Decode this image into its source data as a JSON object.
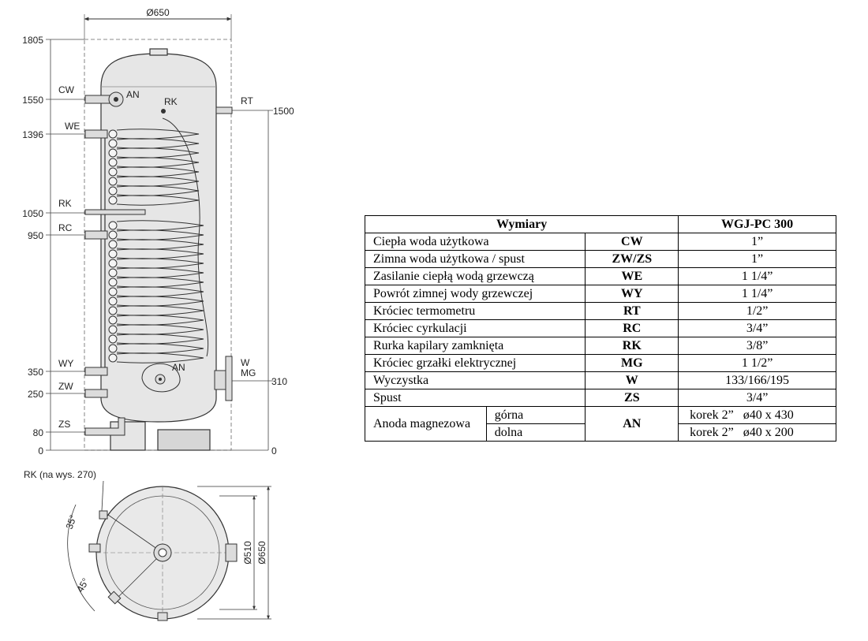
{
  "drawing": {
    "dim_diameter_top": "Ø650",
    "height_marks": [
      "1805",
      "1550",
      "1396",
      "1050",
      "950",
      "350",
      "250",
      "80",
      "0"
    ],
    "right_marks": [
      "1500",
      "310",
      "0"
    ],
    "left_labels": [
      "CW",
      "WE",
      "RK",
      "RC",
      "WY",
      "ZW",
      "ZS"
    ],
    "label_an": "AN",
    "label_rk": "RK",
    "label_rt": "RT",
    "label_w": "W",
    "label_mg": "MG",
    "plan_rk_note": "RK (na wys. 270)",
    "plan_angle_35": "35°",
    "plan_angle_45": "45°",
    "plan_d510": "Ø510",
    "plan_d650": "Ø650"
  },
  "table": {
    "header_left": "Wymiary",
    "header_right": "WGJ-PC 300",
    "rows": [
      {
        "name": "Ciepła woda użytkowa",
        "code": "CW",
        "value": "1”"
      },
      {
        "name": "Zimna woda użytkowa / spust",
        "code": "ZW/ZS",
        "value": "1”"
      },
      {
        "name": "Zasilanie ciepłą wodą grzewczą",
        "code": "WE",
        "value": "1 1/4”"
      },
      {
        "name": "Powrót zimnej wody grzewczej",
        "code": "WY",
        "value": "1 1/4”"
      },
      {
        "name": "Króciec termometru",
        "code": "RT",
        "value": "1/2”"
      },
      {
        "name": "Króciec cyrkulacji",
        "code": "RC",
        "value": "3/4”"
      },
      {
        "name": "Rurka kapilary zamknięta",
        "code": "RK",
        "value": "3/8”"
      },
      {
        "name": "Króciec grzałki elektrycznej",
        "code": "MG",
        "value": "1 1/2”"
      },
      {
        "name": "Wyczystka",
        "code": "W",
        "value": "133/166/195"
      },
      {
        "name": "Spust",
        "code": "ZS",
        "value": "3/4”"
      }
    ],
    "anode": {
      "name": "Anoda magnezowa",
      "code": "AN",
      "top_label": "górna",
      "top_value": "korek 2”   ø40 x 430",
      "bottom_label": "dolna",
      "bottom_value": "korek 2”   ø40 x 200"
    }
  }
}
